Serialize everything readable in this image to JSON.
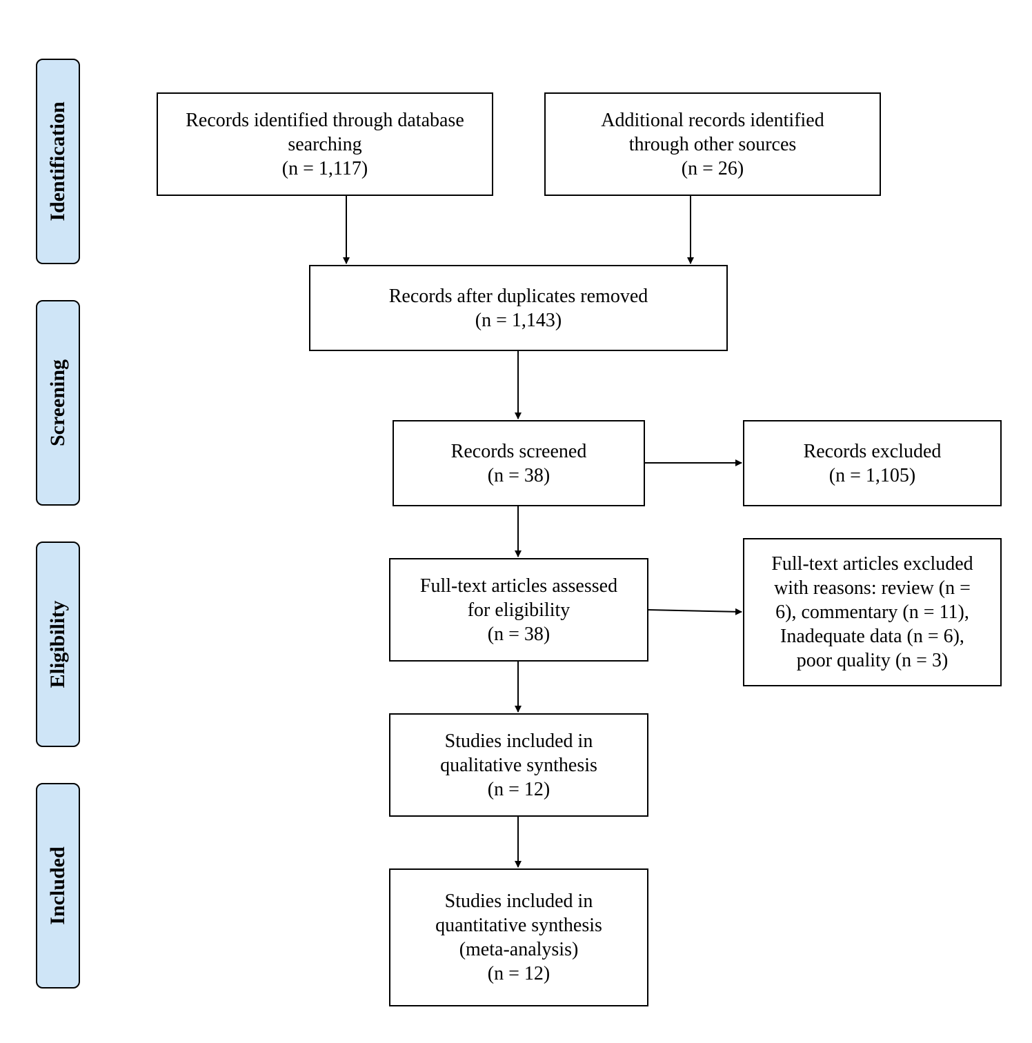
{
  "stages": [
    {
      "label": "Identification"
    },
    {
      "label": "Screening"
    },
    {
      "label": "Eligibility"
    },
    {
      "label": "Included"
    }
  ],
  "boxes": {
    "database": [
      "Records identified through database",
      "searching",
      "(n = 1,117)"
    ],
    "other_sources": [
      "Additional records identified",
      "through other sources",
      "(n = 26)"
    ],
    "duplicates_removed": [
      "Records after duplicates removed",
      "(n = 1,143)"
    ],
    "screened": [
      "Records screened",
      "(n = 38)"
    ],
    "excluded": [
      "Records excluded",
      "(n = 1,105)"
    ],
    "fulltext_assessed": [
      "Full-text articles assessed",
      "for eligibility",
      "(n = 38)"
    ],
    "fulltext_excluded": [
      "Full-text articles excluded",
      "with reasons: review (n =",
      "6), commentary (n = 11),",
      "Inadequate data (n = 6),",
      "poor quality (n = 3)"
    ],
    "qualitative": [
      "Studies included in",
      "qualitative synthesis",
      "(n = 12)"
    ],
    "quantitative": [
      "Studies included in",
      "quantitative synthesis",
      "(meta-analysis)",
      "(n = 12)"
    ]
  }
}
